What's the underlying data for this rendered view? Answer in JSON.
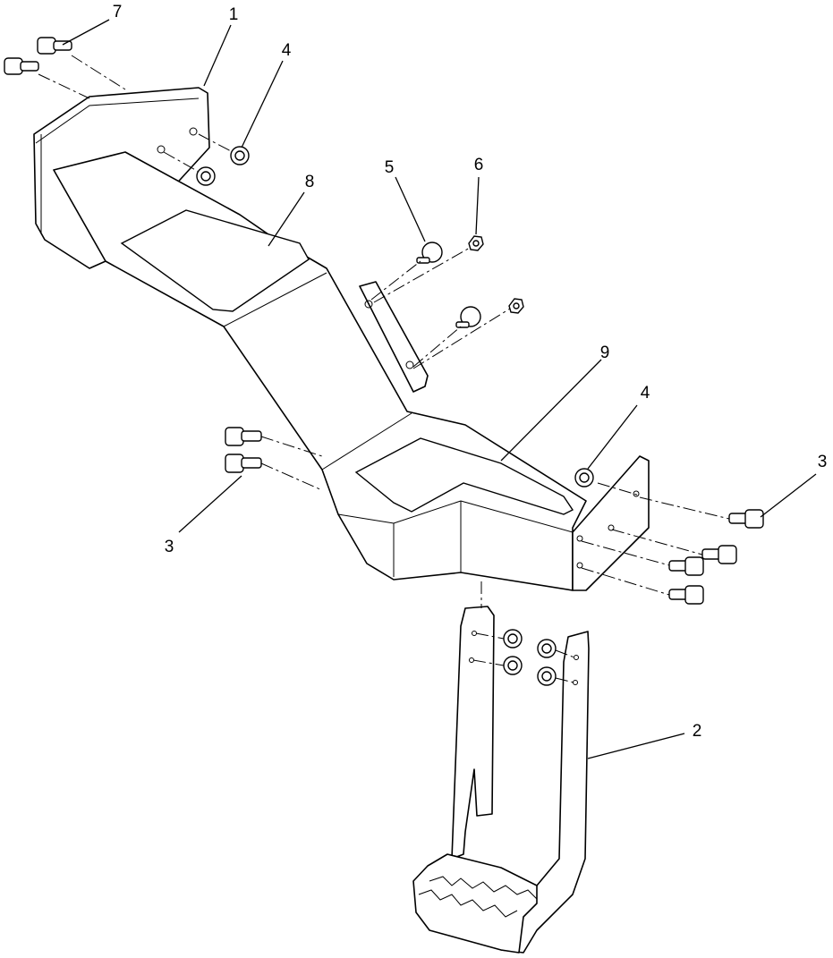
{
  "callouts": [
    {
      "id": "c7",
      "text": "7"
    },
    {
      "id": "c1",
      "text": "1"
    },
    {
      "id": "c4a",
      "text": "4"
    },
    {
      "id": "c8",
      "text": "8"
    },
    {
      "id": "c5",
      "text": "5"
    },
    {
      "id": "c6",
      "text": "6"
    },
    {
      "id": "c9",
      "text": "9"
    },
    {
      "id": "c4b",
      "text": "4"
    },
    {
      "id": "c3a",
      "text": "3"
    },
    {
      "id": "c3b",
      "text": "3"
    },
    {
      "id": "c2",
      "text": "2"
    }
  ],
  "colors": {
    "line": "#000000",
    "background": "#ffffff"
  }
}
